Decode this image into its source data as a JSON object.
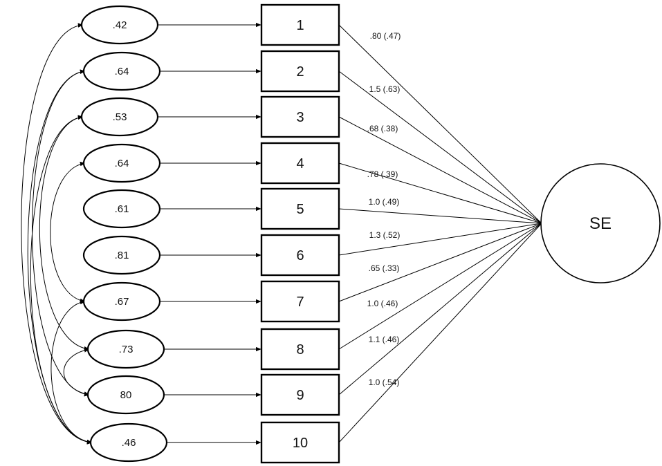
{
  "factor": {
    "label": "SE"
  },
  "items": [
    {
      "label": "1",
      "error": ".42",
      "loading": ".80 (.47)"
    },
    {
      "label": "2",
      "error": ".64",
      "loading": "1.5 (.63)"
    },
    {
      "label": "3",
      "error": ".53",
      "loading": ".68 (.38)"
    },
    {
      "label": "4",
      "error": ".64",
      "loading": ".78 (.39)"
    },
    {
      "label": "5",
      "error": ".61",
      "loading": "1.0 (.49)"
    },
    {
      "label": "6",
      "error": ".81",
      "loading": "1.3 (.52)"
    },
    {
      "label": "7",
      "error": ".67",
      "loading": ".65 (.33)"
    },
    {
      "label": "8",
      "error": ".73",
      "loading": "1.0 (.46)"
    },
    {
      "label": "9",
      "error": "80",
      "loading": "1.1 (.46)"
    },
    {
      "label": "10",
      "error": ".46",
      "loading": "1.0 (.54)"
    }
  ],
  "covariances": [
    {
      "from": 1,
      "to": 10
    },
    {
      "from": 2,
      "to": 9
    },
    {
      "from": 2,
      "to": 10
    },
    {
      "from": 3,
      "to": 8
    },
    {
      "from": 3,
      "to": 10
    },
    {
      "from": 4,
      "to": 7
    },
    {
      "from": 7,
      "to": 10
    },
    {
      "from": 8,
      "to": 9
    }
  ]
}
